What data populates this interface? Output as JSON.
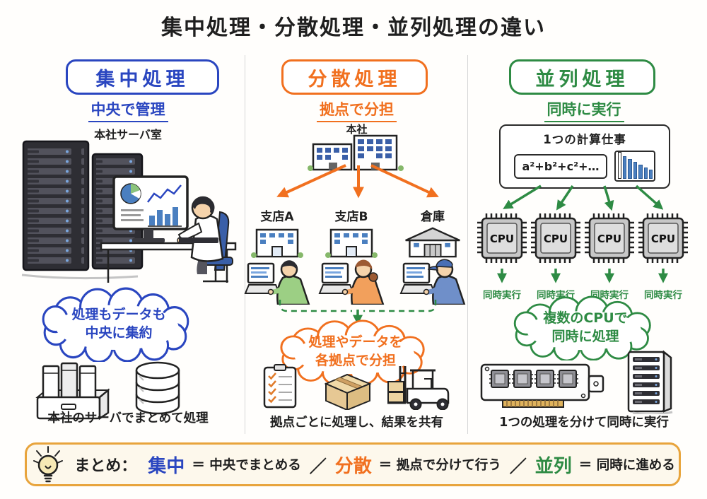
{
  "title": "集中処理・分散処理・並列処理の違い",
  "colors": {
    "blue": "#2a46c0",
    "orange": "#f1701f",
    "green": "#2e8b44",
    "ink": "#1f1f1f",
    "summary_border": "#e8a43c",
    "summary_bg": "#fdf8ec"
  },
  "centralized": {
    "header": "集中処理",
    "subtitle": "中央で管理",
    "scene_label": "本社サーバ室",
    "cloud": [
      "処理もデータも",
      "中央に集約"
    ],
    "caption": "本社のサーバでまとめて処理"
  },
  "distributed": {
    "header": "分散処理",
    "subtitle": "拠点で分担",
    "hq_label": "本社",
    "sites": [
      {
        "label": "支店A"
      },
      {
        "label": "支店B"
      },
      {
        "label": "倉庫"
      }
    ],
    "cloud": [
      "処理やデータを",
      "各拠点で分担"
    ],
    "caption": "拠点ごとに処理し、結果を共有"
  },
  "parallel": {
    "header": "並列処理",
    "subtitle": "同時に実行",
    "task_title": "1つの計算仕事",
    "formula": "a²+b²+c²+…",
    "task_chart_bars": [
      36,
      30,
      26,
      22,
      18,
      14,
      11
    ],
    "cpu_label": "CPU",
    "cpu_sub_label": "同時実行",
    "cloud": [
      "複数のCPUで",
      "同時に処理"
    ],
    "caption": "1つの処理を分けて同時に実行"
  },
  "summary": {
    "label": "まとめ：",
    "separator": "／",
    "items": [
      {
        "term": "集中",
        "definition": "＝ 中央でまとめる"
      },
      {
        "term": "分散",
        "definition": "＝ 拠点で分けて行う"
      },
      {
        "term": "並列",
        "definition": "＝ 同時に進める"
      }
    ]
  }
}
